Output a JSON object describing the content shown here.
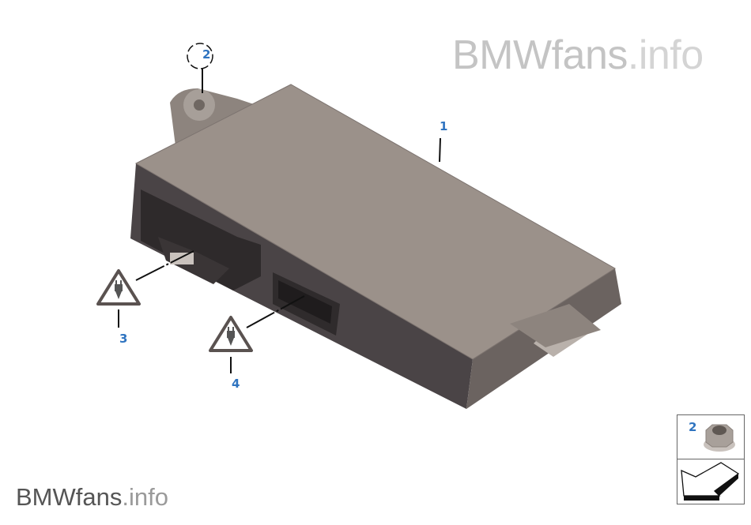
{
  "watermark": {
    "brand": "BMWfans",
    "suffix": ".info"
  },
  "callouts": {
    "part1": "1",
    "part2": "2",
    "part3": "3",
    "part4": "4"
  },
  "legend": {
    "part_number": "2"
  },
  "colors": {
    "callout": "#2f74c0",
    "module_top": "#9b918a",
    "module_side": "#4a4446"
  }
}
